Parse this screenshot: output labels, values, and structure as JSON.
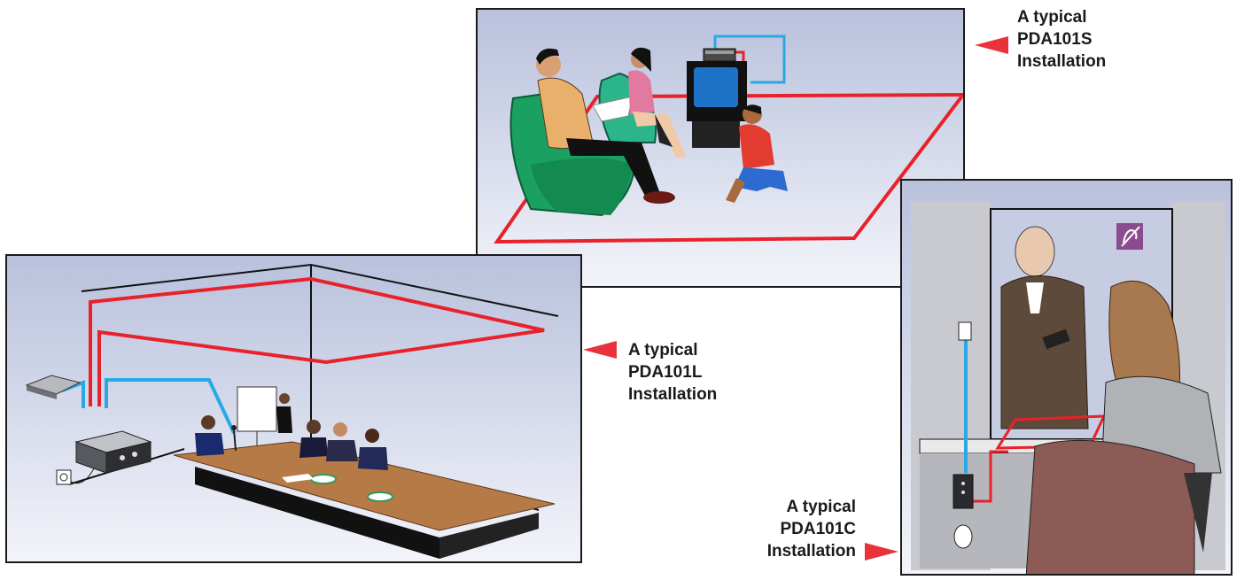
{
  "installations": {
    "s": {
      "line1": "A typical",
      "line2": "PDA101S",
      "line3": "Installation"
    },
    "l": {
      "line1": "A typical",
      "line2": "PDA101L",
      "line3": "Installation"
    },
    "c": {
      "line1": "A typical",
      "line2": "PDA101C",
      "line3": "Installation"
    }
  },
  "colors": {
    "loop_wire": "#e8212b",
    "signal_wire": "#2aa8e4",
    "arrow": "#e8323c",
    "panel_border": "#1a1a1a",
    "hearing_sign": "#8b4c8f"
  }
}
